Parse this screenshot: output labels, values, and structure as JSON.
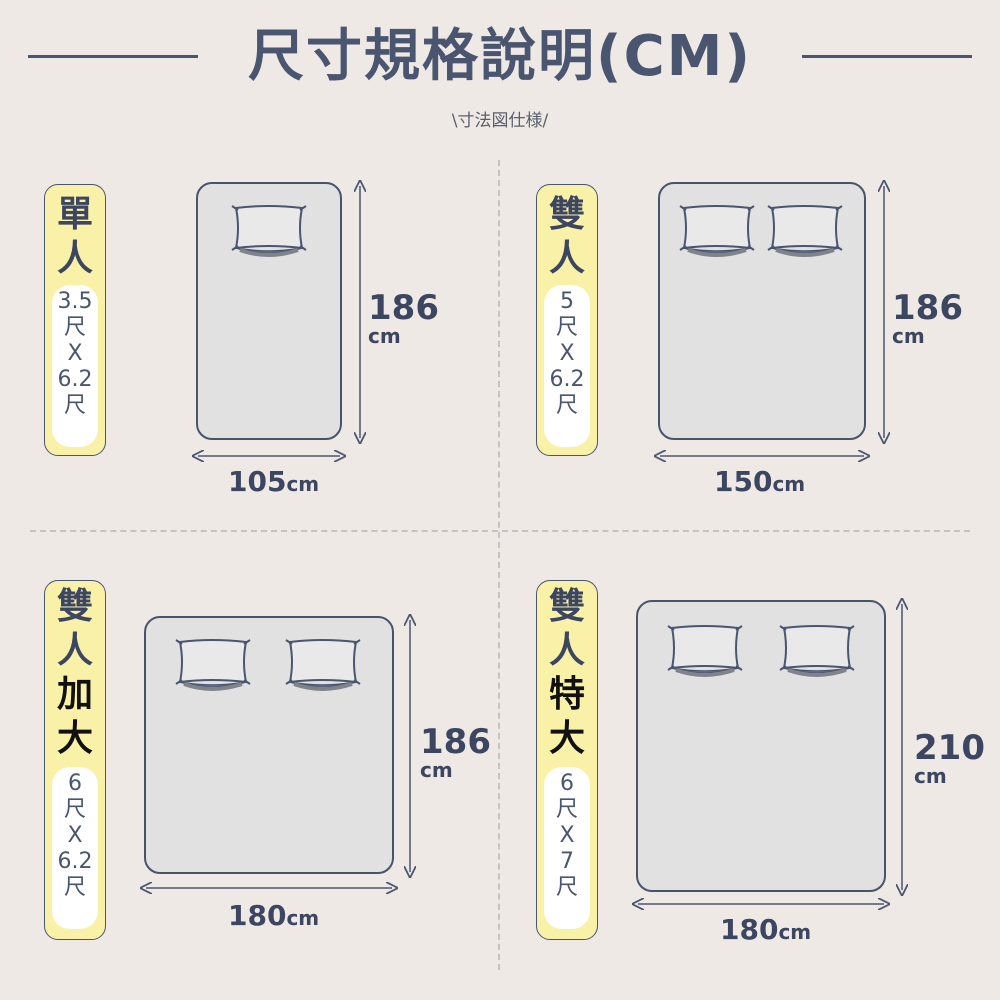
{
  "header": {
    "title": "尺寸規格說明(CM)",
    "subtitle": "\\寸法図仕様/"
  },
  "colors": {
    "background": "#efe9e6",
    "accent": "#4a5570",
    "label_fill": "#faf1a8",
    "bed_fill": "#e1e1e2"
  },
  "beds": [
    {
      "name_chars": [
        "單",
        "人"
      ],
      "size_chars": [
        "3.5",
        "尺",
        "X",
        "6.2",
        "尺"
      ],
      "width_value": "105",
      "width_unit": "cm",
      "length_value": "186",
      "length_unit": "cm",
      "pillows": 1
    },
    {
      "name_chars": [
        "雙",
        "人"
      ],
      "size_chars": [
        "5",
        "尺",
        "X",
        "6.2",
        "尺"
      ],
      "width_value": "150",
      "width_unit": "cm",
      "length_value": "186",
      "length_unit": "cm",
      "pillows": 2
    },
    {
      "name_chars": [
        "雙",
        "人",
        "加",
        "大"
      ],
      "size_chars": [
        "6",
        "尺",
        "X",
        "6.2",
        "尺"
      ],
      "width_value": "180",
      "width_unit": "cm",
      "length_value": "186",
      "length_unit": "cm",
      "pillows": 2
    },
    {
      "name_chars": [
        "雙",
        "人",
        "特",
        "大"
      ],
      "size_chars": [
        "6",
        "尺",
        "X",
        "7",
        "尺"
      ],
      "width_value": "180",
      "width_unit": "cm",
      "length_value": "210",
      "length_unit": "cm",
      "pillows": 2
    }
  ]
}
